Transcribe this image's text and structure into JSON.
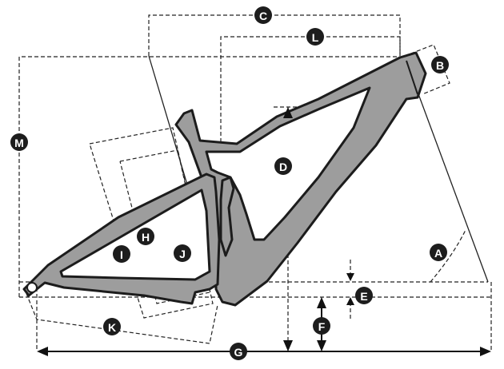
{
  "labels": {
    "A": "A",
    "B": "B",
    "C": "C",
    "D": "D",
    "E": "E",
    "F": "F",
    "G": "G",
    "H": "H",
    "I": "I",
    "J": "J",
    "K": "K",
    "L": "L",
    "M": "M"
  },
  "colors": {
    "frame_fill": "#9d9d9d",
    "outline": "#1c1c1c",
    "badge": "#1d1d1d",
    "badge_text": "#ffffff"
  }
}
